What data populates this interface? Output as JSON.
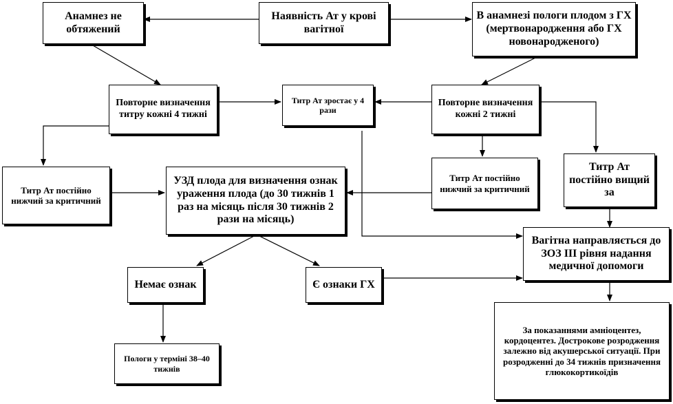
{
  "diagram": {
    "nodes": {
      "at_in_blood": "Наявність Ат у крові вагітної",
      "anamnesis_clear": "Анамнез не обтяжений",
      "anamnesis_hd": "В анамнезі пологи плодом з ГХ (мертвонародження або ГХ новонародженого)",
      "repeat_4w": "Повторне визначення титру кожні 4 тижні",
      "titer_rises": "Титр Ат зростає у 4 рази",
      "repeat_2w": "Повторне визначення кожні 2 тижні",
      "titer_below_left": "Титр Ат постійно нижчий за критичний",
      "ultrasound": "УЗД плода для визначення ознак ураження плода (до 30 тижнів 1 раз на місяць після 30 тижнів 2 рази на місяць)",
      "titer_below_right": "Титр Ат постійно нижчий за критичний",
      "titer_above": "Титр Ат постійно вищий за",
      "referral": "Вагітна направляється до ЗОЗ ІІІ рівня надання медичної допомоги",
      "no_signs": "Немає ознак",
      "has_signs": "Є ознаки ГХ",
      "delivery": "Пологи у терміні 38–40 тижнів",
      "indications": "За показаннями амніоцентез, кордоцентез. Дострокове розродження залежно від акушерської ситуації. При розродженні до 34 тижнів призначення глюкокортикоїдів"
    }
  }
}
